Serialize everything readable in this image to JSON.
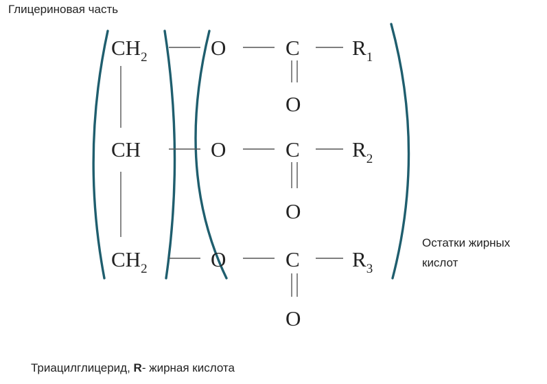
{
  "labels": {
    "glycerol_part": "Глицериновая часть",
    "fatty_acid_residues": "Остатки жирных кислот",
    "caption_prefix": "Триацилглицерид, ",
    "caption_r": "R",
    "caption_suffix": "- жирная кислота"
  },
  "atoms": {
    "ch2": "CH",
    "ch2_sub": "2",
    "ch": "CH",
    "oxygen": "O",
    "carbon": "C",
    "r": "R",
    "r_subs": [
      "1",
      "2",
      "3"
    ]
  },
  "colors": {
    "bracket": "#1f5e6e",
    "text": "#222222"
  }
}
